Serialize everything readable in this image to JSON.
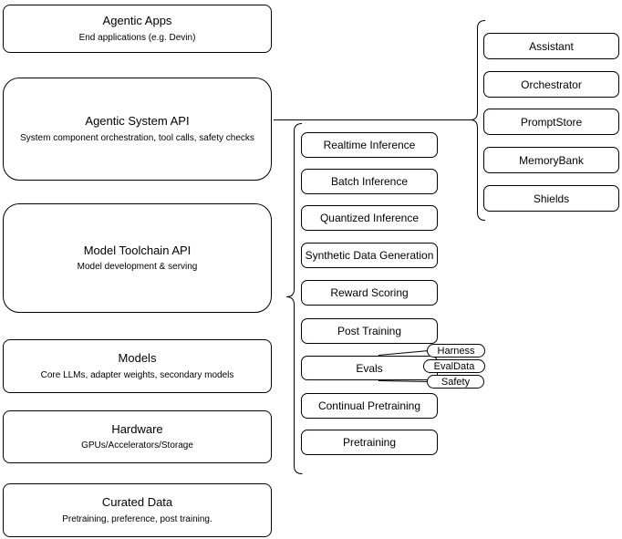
{
  "diagram": {
    "left_stack": [
      {
        "title": "Agentic Apps",
        "subtitle": "End applications (e.g. Devin)"
      },
      {
        "title": "Agentic System API",
        "subtitle": "System component orchestration, tool calls, safety checks"
      },
      {
        "title": "Model Toolchain API",
        "subtitle": "Model development & serving"
      },
      {
        "title": "Models",
        "subtitle": "Core LLMs, adapter weights, secondary models"
      },
      {
        "title": "Hardware",
        "subtitle": "GPUs/Accelerators/Storage"
      },
      {
        "title": "Curated Data",
        "subtitle": "Pretraining, preference, post training."
      }
    ],
    "toolchain_items": [
      "Realtime Inference",
      "Batch Inference",
      "Quantized Inference",
      "Synthetic Data Generation",
      "Reward Scoring",
      "Post Training",
      "Evals",
      "Continual Pretraining",
      "Pretraining"
    ],
    "evals_tags": [
      "Harness",
      "EvalData",
      "Safety"
    ],
    "system_components": [
      "Assistant",
      "Orchestrator",
      "PromptStore",
      "MemoryBank",
      "Shields"
    ],
    "colors": {
      "stroke": "#000000",
      "background": "#ffffff",
      "text": "#000000"
    }
  }
}
